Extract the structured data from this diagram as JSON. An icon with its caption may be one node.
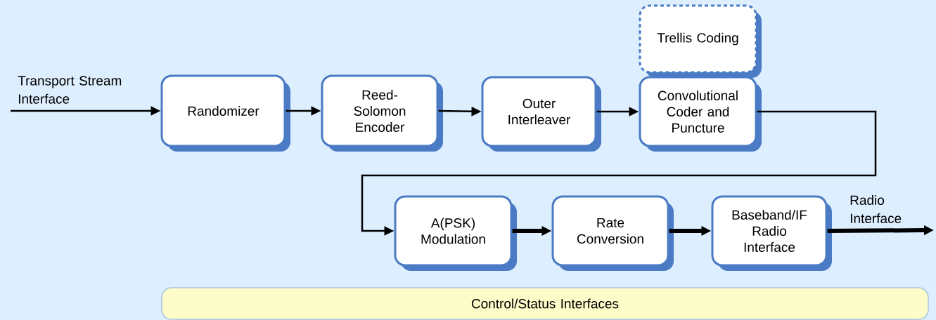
{
  "diagram": {
    "nodes": [
      {
        "text": [
          "Randomizer"
        ]
      },
      {
        "text": [
          "Reed-Solomon Encoder"
        ]
      },
      {
        "text": [
          "Outer Interleaver"
        ]
      },
      {
        "text": [
          "Trellis Coding"
        ]
      },
      {
        "text": [
          "Convolutional Coder and Puncture"
        ]
      },
      {
        "text": [
          "A(PSK) Modulation"
        ]
      },
      {
        "text": [
          "Rate Conversion"
        ]
      },
      {
        "text": [
          "Baseband/IF Radio Interface"
        ]
      },
      {
        "text": [
          "Control/Status Interfaces"
        ]
      }
    ],
    "edges": [
      {
        "from": null,
        "to": 0,
        "arrow": "to",
        "label": "Transport Stream Interface"
      },
      {
        "from": 0,
        "to": 1,
        "arrow": "to"
      },
      {
        "from": 1,
        "to": 2,
        "arrow": "to"
      },
      {
        "from": 2,
        "to": 4,
        "arrow": "to"
      },
      {
        "from": 4,
        "to": 5,
        "arrow": "to"
      },
      {
        "from": 5,
        "to": 6,
        "arrow": "to",
        "style": "thick"
      },
      {
        "from": 6,
        "to": 7,
        "arrow": "to",
        "style": "thick"
      },
      {
        "from": 7,
        "to": null,
        "arrow": "to",
        "style": "thick",
        "label": "Radio Interface"
      }
    ]
  }
}
